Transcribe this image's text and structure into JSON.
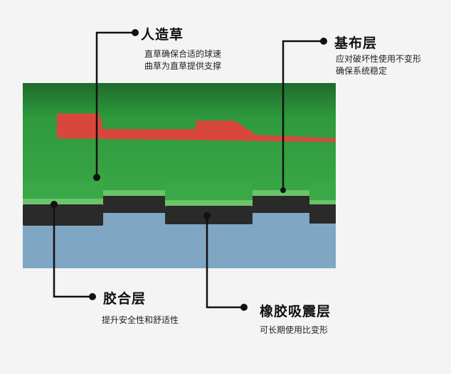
{
  "labels": {
    "turf": {
      "title": "人造草",
      "lines": [
        "直草确保合适的球速",
        "曲草为直草提供支撑"
      ]
    },
    "backing": {
      "title": "基布层",
      "lines": [
        "应对破坏性使用不变形",
        "确保系统稳定"
      ]
    },
    "adhesive": {
      "title": "胶合层",
      "lines": [
        "提升安全性和舒适性"
      ]
    },
    "rubber": {
      "title": "橡胶吸震层",
      "lines": [
        "可长期使用比变形"
      ]
    }
  },
  "colors": {
    "grass": "#2f9a3e",
    "foam": "#2a2a2a",
    "floor": "#7fa6c2",
    "logo": "#d9473c"
  }
}
